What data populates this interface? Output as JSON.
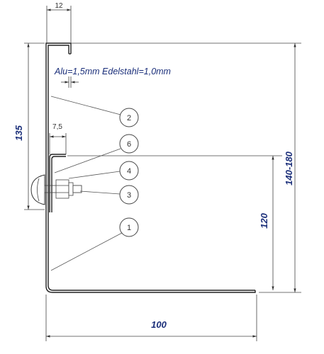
{
  "note": {
    "thickness": "Alu=1,5mm Edelstahl=1,0mm"
  },
  "dimensions": {
    "top_width": "12",
    "offset": "7,5",
    "left_height": "135",
    "total_height": "140-180",
    "inner_height": "120",
    "base_width": "100"
  },
  "callouts": [
    {
      "label": "2"
    },
    {
      "label": "6"
    },
    {
      "label": "4"
    },
    {
      "label": "3"
    },
    {
      "label": "1"
    }
  ],
  "colors": {
    "dimension_text": "#1b2f7a",
    "lines": "#444444"
  }
}
